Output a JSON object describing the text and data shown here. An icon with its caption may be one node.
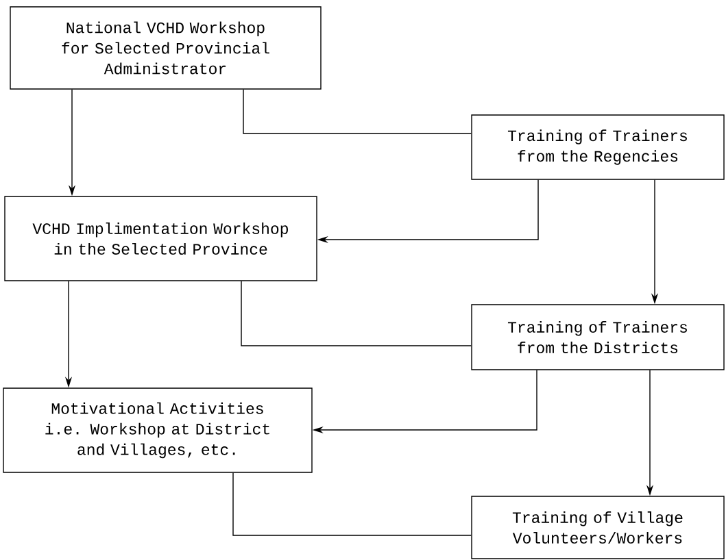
{
  "diagram": {
    "nodes": [
      {
        "text": [
          "National VCHD Workshop for Selected Provincial Administrator"
        ]
      },
      {
        "text": [
          "Training of Trainers from the Regencies"
        ]
      },
      {
        "text": [
          "VCHD Implimentation Workshop in the Selected Province"
        ]
      },
      {
        "text": [
          "Training of Trainers from the Districts"
        ]
      },
      {
        "text": [
          "Motivational Activities i.e. Workshop at District and Villages, etc."
        ]
      },
      {
        "text": [
          "Training of Village Volunteers/Workers"
        ]
      }
    ],
    "edges": [
      {
        "from": 0,
        "to": 2,
        "arrow": "to"
      },
      {
        "from": 0,
        "to": 1,
        "arrow": "none"
      },
      {
        "from": 1,
        "to": 2,
        "arrow": "to"
      },
      {
        "from": 1,
        "to": 3,
        "arrow": "to"
      },
      {
        "from": 2,
        "to": 4,
        "arrow": "to"
      },
      {
        "from": 2,
        "to": 3,
        "arrow": "none"
      },
      {
        "from": 3,
        "to": 4,
        "arrow": "to"
      },
      {
        "from": 3,
        "to": 5,
        "arrow": "to"
      },
      {
        "from": 4,
        "to": 5,
        "arrow": "none"
      }
    ]
  }
}
